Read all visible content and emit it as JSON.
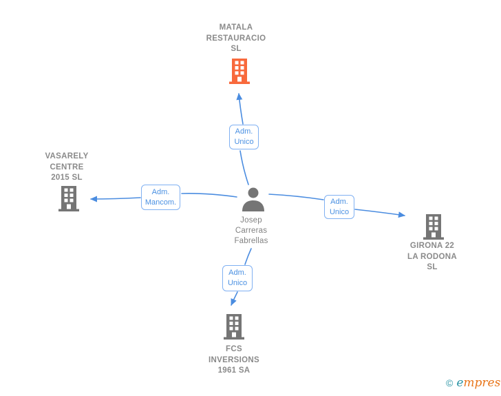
{
  "diagram": {
    "center": {
      "label": "Josep Carreras Fabrellas",
      "type": "person"
    },
    "nodes": {
      "top": {
        "label": "MATALA RESTAURACIO SL",
        "highlighted": true
      },
      "left": {
        "label": "VASARELY CENTRE 2015 SL",
        "highlighted": false
      },
      "right": {
        "label": "GIRONA 22 LA RODONA SL",
        "highlighted": false
      },
      "bottom": {
        "label": "FCS INVERSIONS 1961 SA",
        "highlighted": false
      }
    },
    "edges": {
      "top": {
        "label": "Adm. Unico"
      },
      "left": {
        "label": "Adm. Mancom."
      },
      "right": {
        "label": "Adm. Unico"
      },
      "bottom": {
        "label": "Adm. Unico"
      }
    }
  },
  "watermark": {
    "copyright": "©",
    "brand_initial": "e",
    "brand_rest": "mpresia"
  },
  "colors": {
    "edge_blue": "#4a8ce0",
    "edge_label_text": "#4a90e2",
    "edge_label_border": "#7fb0f2",
    "node_text_gray": "#8a8a8a",
    "icon_gray": "#757575",
    "icon_highlight_orange": "#f8693c",
    "logo_teal": "#2b94a5",
    "logo_orange": "#e8751a"
  }
}
